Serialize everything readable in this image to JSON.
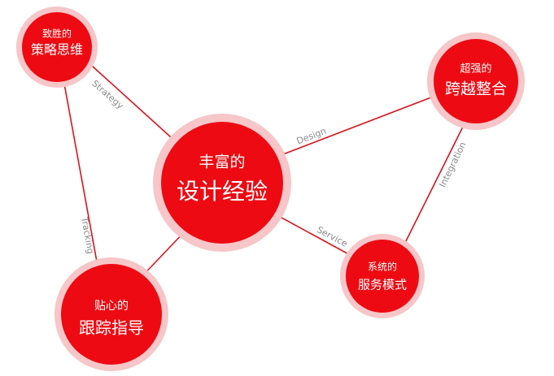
{
  "nodes": {
    "center": {
      "line1": "丰富的",
      "line2": "设计经验"
    },
    "strategy": {
      "line1": "致胜的",
      "line2": "策略思维"
    },
    "integration": {
      "line1": "超强的",
      "line2": "跨越整合"
    },
    "service": {
      "line1": "系统的",
      "line2": "服务模式"
    },
    "tracking": {
      "line1": "贴心的",
      "line2": "跟踪指导"
    }
  },
  "links": {
    "strategy": "Strategy",
    "design": "Design",
    "integration": "Integration",
    "service": "Service",
    "tracking": "Tracking"
  },
  "colors": {
    "node_fill": "#ee0a12",
    "node_ring": "#f6c6c8",
    "line": "#d9141b",
    "label": "#8a8a8a"
  }
}
